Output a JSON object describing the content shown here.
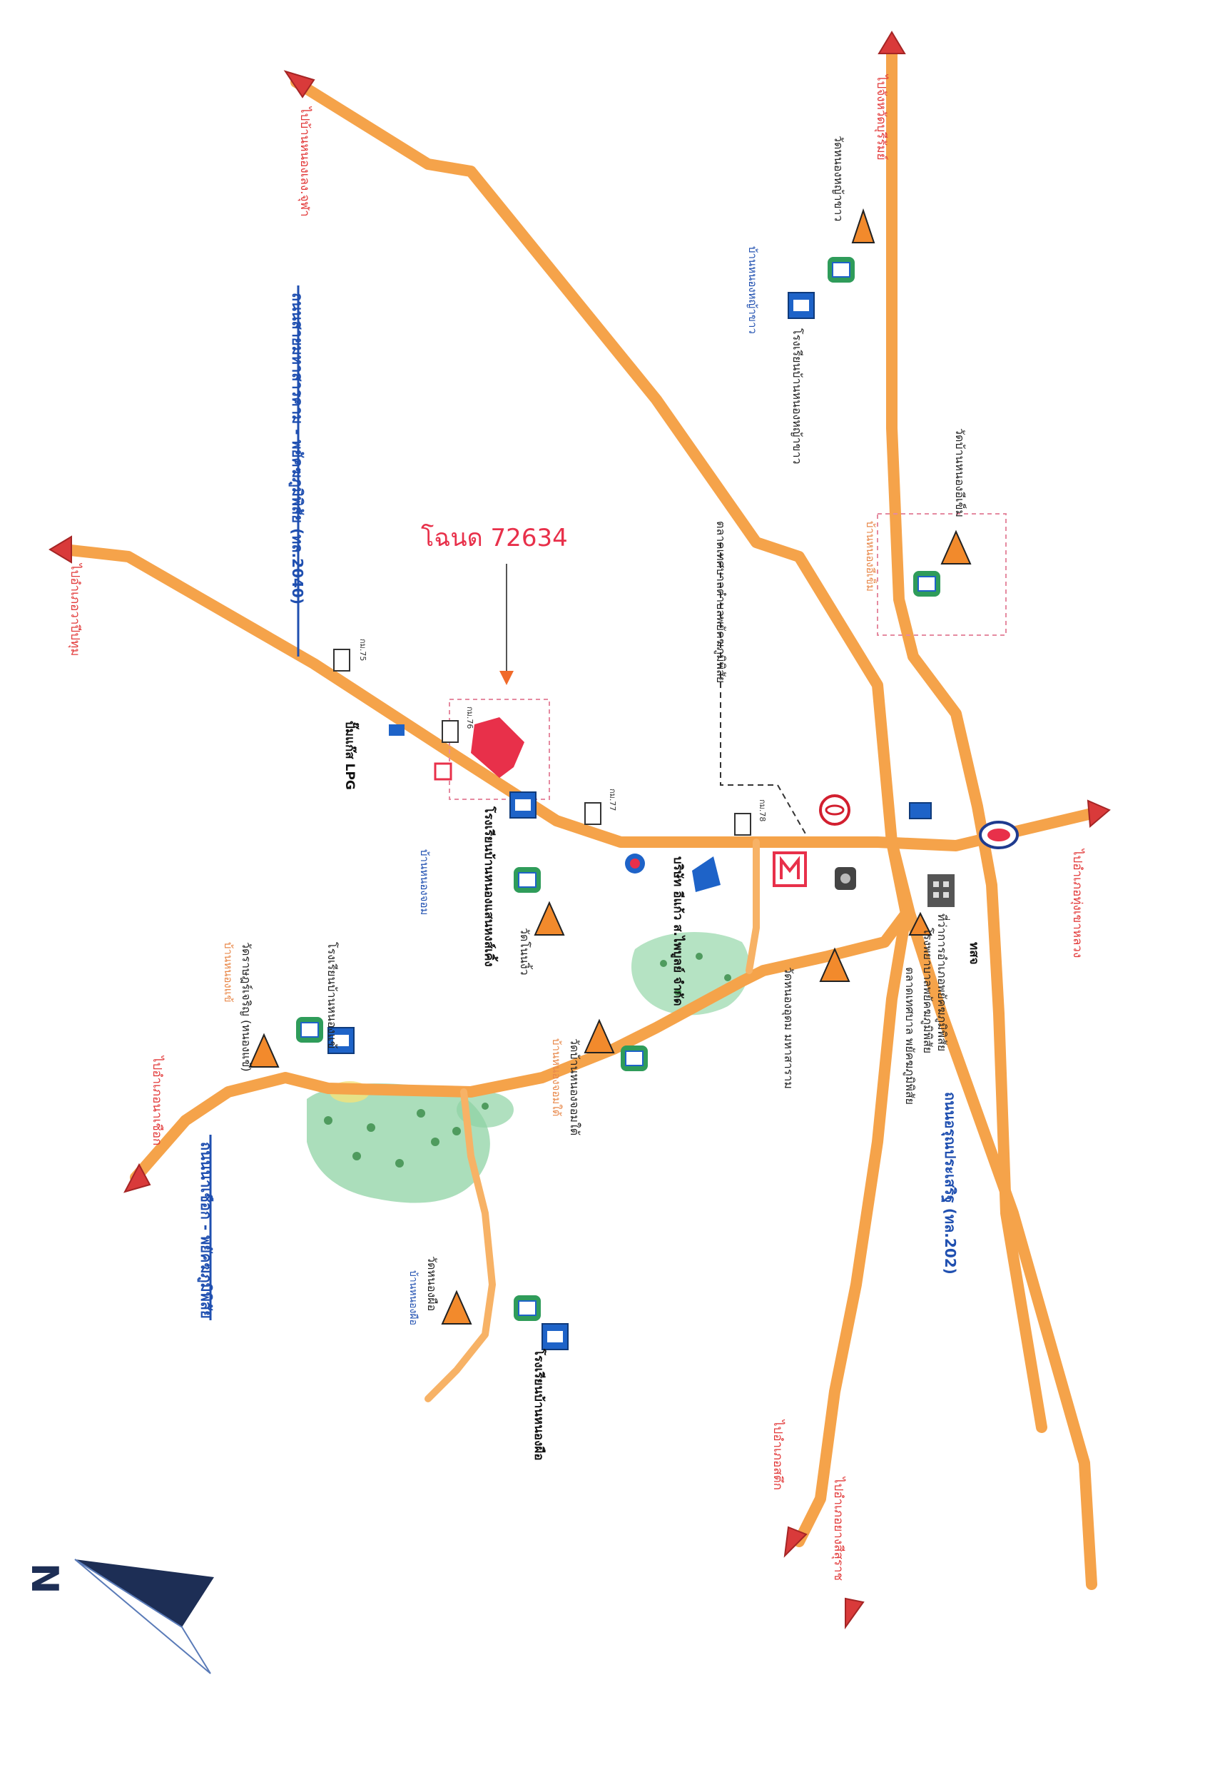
{
  "map": {
    "deed_label": "โฉนด 72634",
    "north_label": "N",
    "colors": {
      "road": "#f5a34a",
      "arrow": "#d93a3a",
      "highlight_plot": "#e8304a",
      "text_blue": "#1f4fb0",
      "park_green": "#8fd3a4"
    },
    "road_labels": [
      "ถนนสายมหาสารคาม - พยัคฆภูมิพิสัย (ทล.2040)",
      "ถนนนาเชือก - พยัคฆภูมิพิสัย",
      "ถนนอรุณประเสริฐ (ทล.202)"
    ],
    "destination_labels": [
      "ไปบ้านหนองเลง.จุฬา",
      "ไปจังหวัดบุรีรัมย์",
      "ไปอำเภอวาปีปทุม",
      "ไปอำเภอนาเชือก",
      "ไปอำเภอสตึก",
      "ไปอำเภอยางสีสุราช",
      "ไปอำเภอทุ่งเขาหลวง"
    ],
    "place_labels": [
      "วัดหนองหญ้าขาว",
      "โรงเรียนบ้านหนองหญ้าขาว",
      "บ้านหนองหญ้าขาว",
      "วัดบ้านหนองอีเข็ม",
      "บ้านหนองอีเข็ม",
      "ตลาดเทศบาลตำบลพยัคฆภูมิพิสัย",
      "ปั๊มแก๊ส LPG",
      "โรงเรียนบ้านหนองแสนหงส์เคิ้ง",
      "วัดโนนงิ้ว",
      "บ้านหนองจอม",
      "บริษัท อีแก้ว ส.ไพบูลย์ จำกัด",
      "วัดราษฎร์เจริญ (หนองแข้)",
      "โรงเรียนบ้านหนองแข้",
      "บ้านหนองแข้",
      "วัดบ้านหนองจอมใต้",
      "บ้านหนองจอมใต้",
      "วัดหนองผือ",
      "บ้านหนองผือ",
      "โรงเรียนบ้านหนองผือ",
      "วัดหนองอุดม มหาสาราม",
      "ตลาดเทศบาล พยัคฆภูมิพิสัย",
      "โรงพยาบาลพยัคฆภูมิพิสัย",
      "ที่ว่าการอำเภอพยัคฆภูมิพิสัย",
      "ทสจ"
    ],
    "km_markers": [
      "กม.75",
      "กม.76",
      "กม.77",
      "กม.78"
    ],
    "brand_icons": [
      "seven-eleven-icon",
      "esso-icon",
      "lpg-icon",
      "toyota-icon",
      "ptt-icon"
    ]
  }
}
